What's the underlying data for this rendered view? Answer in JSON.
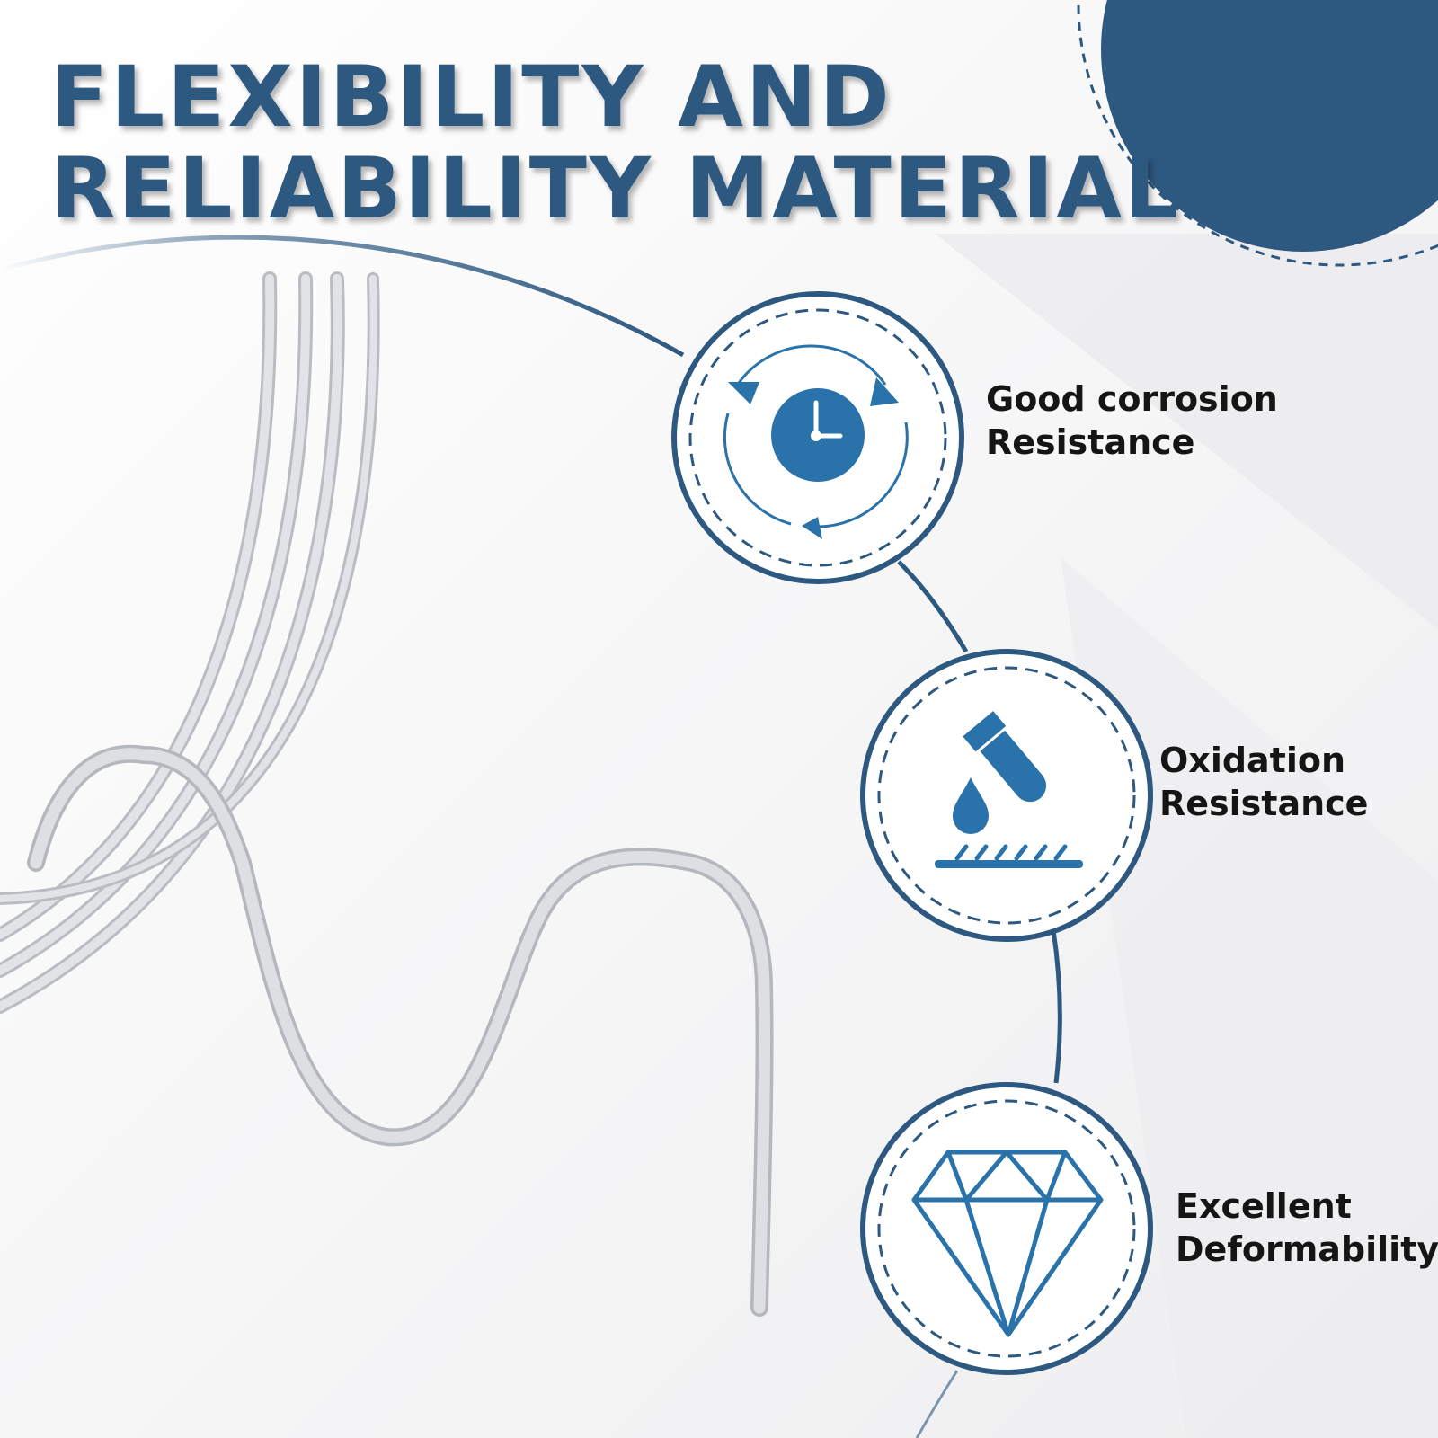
{
  "headline": {
    "line1": "FLEXIBILITY AND",
    "line2": "RELIABILITY MATERIAL"
  },
  "features": [
    {
      "label_line1": "Good corrosion",
      "label_line2": "Resistance",
      "icon": "clock-cycle-icon"
    },
    {
      "label_line1": "Oxidation",
      "label_line2": "Resistance",
      "icon": "test-tube-drop-icon"
    },
    {
      "label_line1": "Excellent",
      "label_line2": "Deformability",
      "icon": "diamond-icon"
    }
  ],
  "colors": {
    "primary": "#2d5880",
    "icon": "#2a72aa",
    "wire": "#d2d4d8",
    "text": "#151515"
  }
}
